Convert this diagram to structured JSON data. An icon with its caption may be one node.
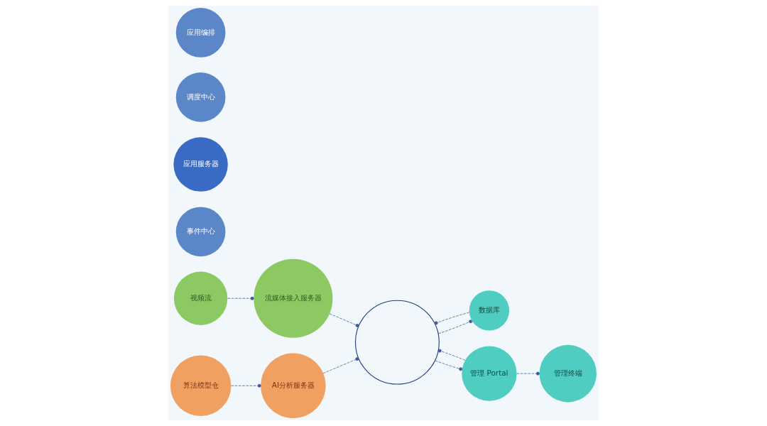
{
  "diagram": {
    "nodes": [
      {
        "text": [
          "视频流"
        ]
      },
      {
        "text": [
          "流媒体接入服务器"
        ]
      },
      {
        "text": [
          "算法模型仓"
        ]
      },
      {
        "text": [
          "AI分析服务器"
        ]
      },
      {
        "text": [],
        "shape": "circle"
      },
      {
        "text": [
          "事件中心"
        ]
      },
      {
        "text": [
          "应用服务器"
        ]
      },
      {
        "text": [
          "调度中心"
        ]
      },
      {
        "text": [
          "应用编排"
        ]
      },
      {
        "text": [
          "数据库"
        ]
      },
      {
        "text": [
          "管理 Portal"
        ]
      },
      {
        "text": [
          "管理终端"
        ]
      }
    ],
    "edges": [
      {
        "from": 0,
        "to": 1,
        "arrow": "other",
        "style": "dashed"
      },
      {
        "from": 1,
        "to": 4,
        "arrow": "other",
        "style": "dashed"
      },
      {
        "from": 2,
        "to": 3,
        "arrow": "other",
        "style": "dashed"
      },
      {
        "from": 3,
        "to": 4,
        "arrow": "other",
        "style": "dashed"
      },
      {
        "from": 4,
        "to": 9,
        "arrow": "other",
        "style": "dashed"
      },
      {
        "from": 9,
        "to": 4,
        "arrow": "other",
        "style": "dashed"
      },
      {
        "from": 4,
        "to": 10,
        "arrow": "other",
        "style": "dashed"
      },
      {
        "from": 10,
        "to": 4,
        "arrow": "other",
        "style": "dashed"
      },
      {
        "from": 10,
        "to": 11,
        "arrow": "other",
        "style": "dashed"
      }
    ]
  }
}
